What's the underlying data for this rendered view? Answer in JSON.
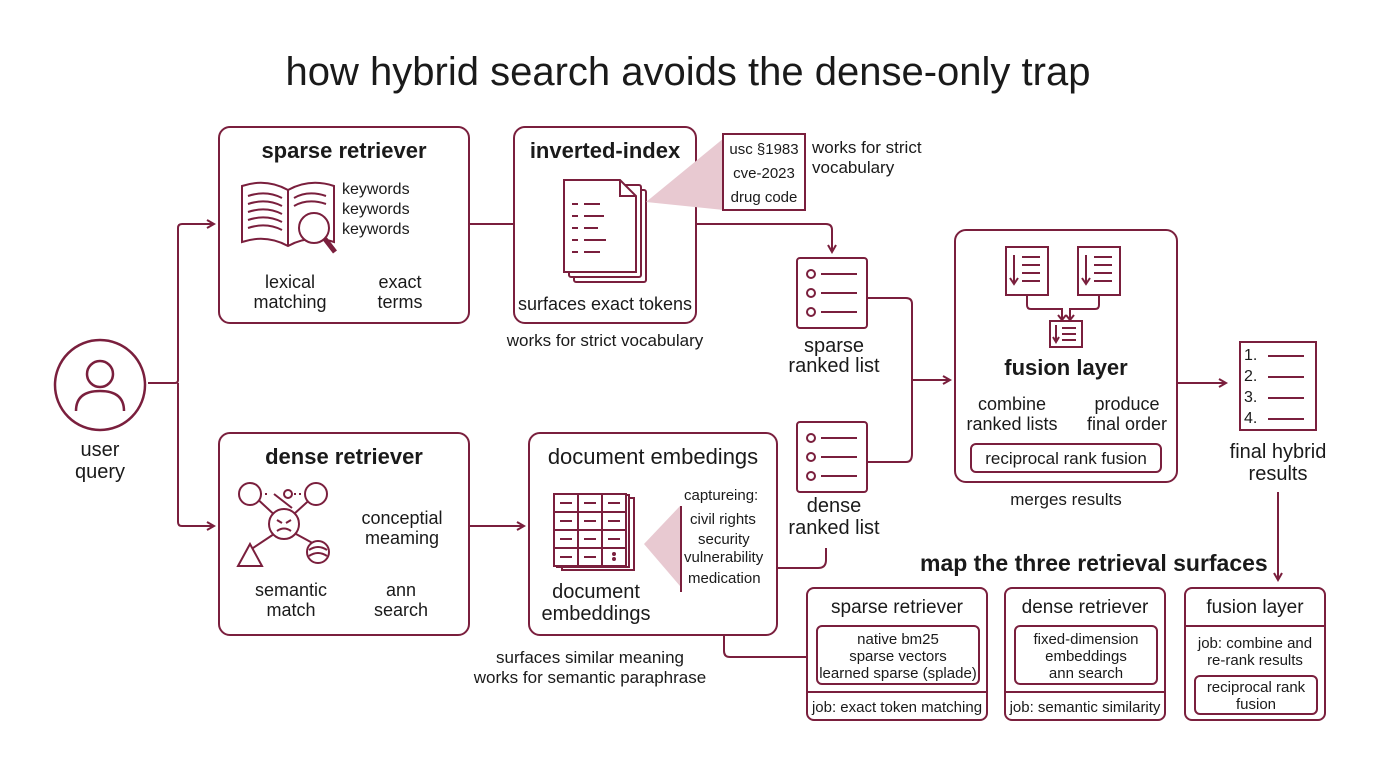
{
  "title": "how hybrid search avoids the dense-only trap",
  "user": {
    "label_line1": "user",
    "label_line2": "query"
  },
  "sparse_retriever": {
    "heading": "sparse retriever",
    "keywords": [
      "keywords",
      "keywords",
      "keywords"
    ],
    "left_line1": "lexical",
    "left_line2": "matching",
    "right_line1": "exact",
    "right_line2": "terms"
  },
  "inverted_index": {
    "heading": "inverted-index",
    "caption": "surfaces exact tokens",
    "below": "works for strict vocabulary",
    "callout_items": [
      "usc §1983",
      "cve-2023",
      "drug code"
    ],
    "callout_note_line1": "works for strict",
    "callout_note_line2": "vocabulary"
  },
  "sparse_list": {
    "line1": "sparse",
    "line2": "ranked list"
  },
  "dense_list": {
    "line1": "dense",
    "line2": "ranked list"
  },
  "dense_retriever": {
    "heading": "dense retriever",
    "right_top_line1": "conceptial",
    "right_top_line2": "meaming",
    "left_line1": "semantic",
    "left_line2": "match",
    "right_line1": "ann",
    "right_line2": "search"
  },
  "document_embeddings": {
    "heading": "document embedings",
    "grid_label_line1": "document",
    "grid_label_line2": "embeddings",
    "capture_heading": "captureing:",
    "capture_items": [
      "civil rights",
      "security",
      "vulnerability",
      "medication"
    ],
    "below_line1": "surfaces similar meaning",
    "below_line2": "works for semantic paraphrase"
  },
  "fusion_layer": {
    "heading": "fusion layer",
    "left_line1": "combine",
    "left_line2": "ranked lists",
    "right_line1": "produce",
    "right_line2": "final order",
    "pill": "reciprocal rank fusion",
    "below": "merges results"
  },
  "final_results": {
    "items": [
      "1.",
      "2.",
      "3.",
      "4."
    ],
    "line1": "final hybrid",
    "line2": "results"
  },
  "map": {
    "heading": "map the three retrieval surfaces",
    "cards": [
      {
        "title": "sparse retriever",
        "lines": [
          "native bm25",
          "sparse vectors",
          "learned sparse (splade)"
        ],
        "job": "job: exact token matching"
      },
      {
        "title": "dense retriever",
        "lines": [
          "fixed-dimension",
          "embeddings",
          "ann search"
        ],
        "job": "job: semantic similarity"
      },
      {
        "title": "fusion layer",
        "job_line1": "job: combine and",
        "job_line2": "re-rank results",
        "pill_line1": "reciprocal rank",
        "pill_line2": "fusion"
      }
    ]
  },
  "colors": {
    "accent": "#7a1f3d",
    "callout_fill": "#e8c9d1",
    "text": "#1a1a1a"
  }
}
